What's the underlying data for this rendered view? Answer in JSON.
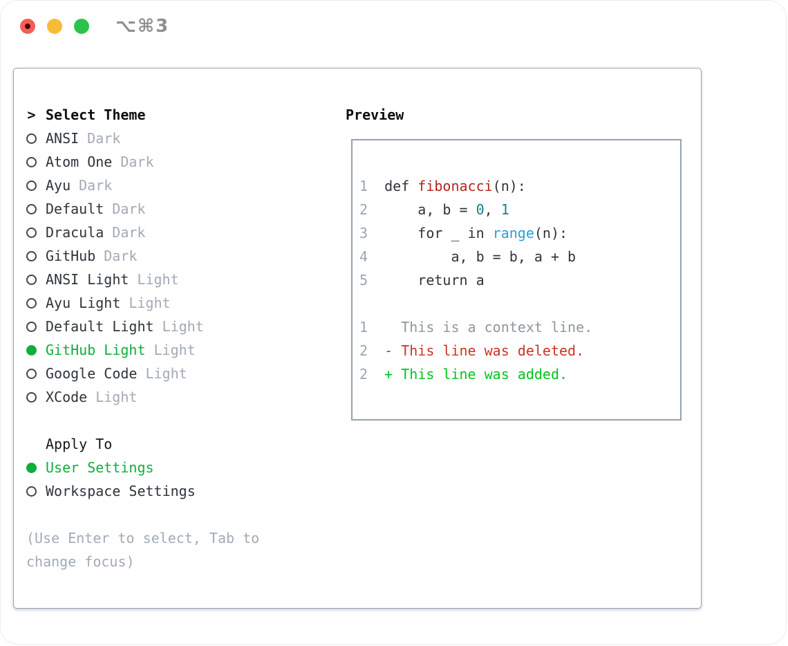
{
  "window": {
    "title": "⌥⌘3",
    "traffic_lights": [
      "close",
      "minimize",
      "zoom"
    ]
  },
  "colors": {
    "selection_green": "#0fae3c",
    "added_green": "#00c41f",
    "deleted_red": "#cd3322",
    "function_red": "#b1261d",
    "number_teal": "#17808c",
    "builtin_blue": "#2a9fd8",
    "muted_gray": "#a2aab6",
    "panel_border": "#99a1ac",
    "traffic_red": "#f35f58",
    "traffic_yellow": "#f7bc37",
    "traffic_green": "#2cc34b"
  },
  "theme_picker": {
    "prompt": ">",
    "title": "Select Theme",
    "items": [
      {
        "name": "ANSI",
        "variant": "Dark",
        "selected": false
      },
      {
        "name": "Atom One",
        "variant": "Dark",
        "selected": false
      },
      {
        "name": "Ayu",
        "variant": "Dark",
        "selected": false
      },
      {
        "name": "Default",
        "variant": "Dark",
        "selected": false
      },
      {
        "name": "Dracula",
        "variant": "Dark",
        "selected": false
      },
      {
        "name": "GitHub",
        "variant": "Dark",
        "selected": false
      },
      {
        "name": "ANSI Light",
        "variant": "Light",
        "selected": false
      },
      {
        "name": "Ayu Light",
        "variant": "Light",
        "selected": false
      },
      {
        "name": "Default Light",
        "variant": "Light",
        "selected": false
      },
      {
        "name": "GitHub Light",
        "variant": "Light",
        "selected": true
      },
      {
        "name": "Google Code",
        "variant": "Light",
        "selected": false
      },
      {
        "name": "XCode",
        "variant": "Light",
        "selected": false
      }
    ],
    "apply_to": {
      "title": "Apply To",
      "options": [
        {
          "label": "User Settings",
          "selected": true
        },
        {
          "label": "Workspace Settings",
          "selected": false
        }
      ]
    },
    "hint": "(Use Enter to select, Tab to change focus)"
  },
  "preview": {
    "title": "Preview",
    "code_lines": [
      {
        "segs": [
          [
            "1",
            "ln"
          ],
          [
            "  def ",
            "d"
          ],
          [
            "fibonacci",
            "fn"
          ],
          [
            "(n):",
            "d"
          ]
        ]
      },
      {
        "segs": [
          [
            "2",
            "ln"
          ],
          [
            "      a, b = ",
            "d"
          ],
          [
            "0",
            "num"
          ],
          [
            ", ",
            "d"
          ],
          [
            "1",
            "num"
          ]
        ]
      },
      {
        "segs": [
          [
            "3",
            "ln"
          ],
          [
            "      for _ in ",
            "d"
          ],
          [
            "range",
            "bi"
          ],
          [
            "(n):",
            "d"
          ]
        ]
      },
      {
        "segs": [
          [
            "4",
            "ln"
          ],
          [
            "          a, b = b, a + b",
            "d"
          ]
        ]
      },
      {
        "segs": [
          [
            "5",
            "ln"
          ],
          [
            "      return a",
            "d"
          ]
        ]
      },
      {
        "segs": []
      },
      {
        "segs": [
          [
            "1",
            "ln"
          ],
          [
            "    This is a context line.",
            "ctx"
          ]
        ]
      },
      {
        "segs": [
          [
            "2",
            "ln"
          ],
          [
            "  ",
            "d"
          ],
          [
            "- This line was deleted.",
            "del"
          ]
        ]
      },
      {
        "segs": [
          [
            "2",
            "ln"
          ],
          [
            "  ",
            "d"
          ],
          [
            "+ This line was added.",
            "add"
          ]
        ]
      }
    ]
  }
}
